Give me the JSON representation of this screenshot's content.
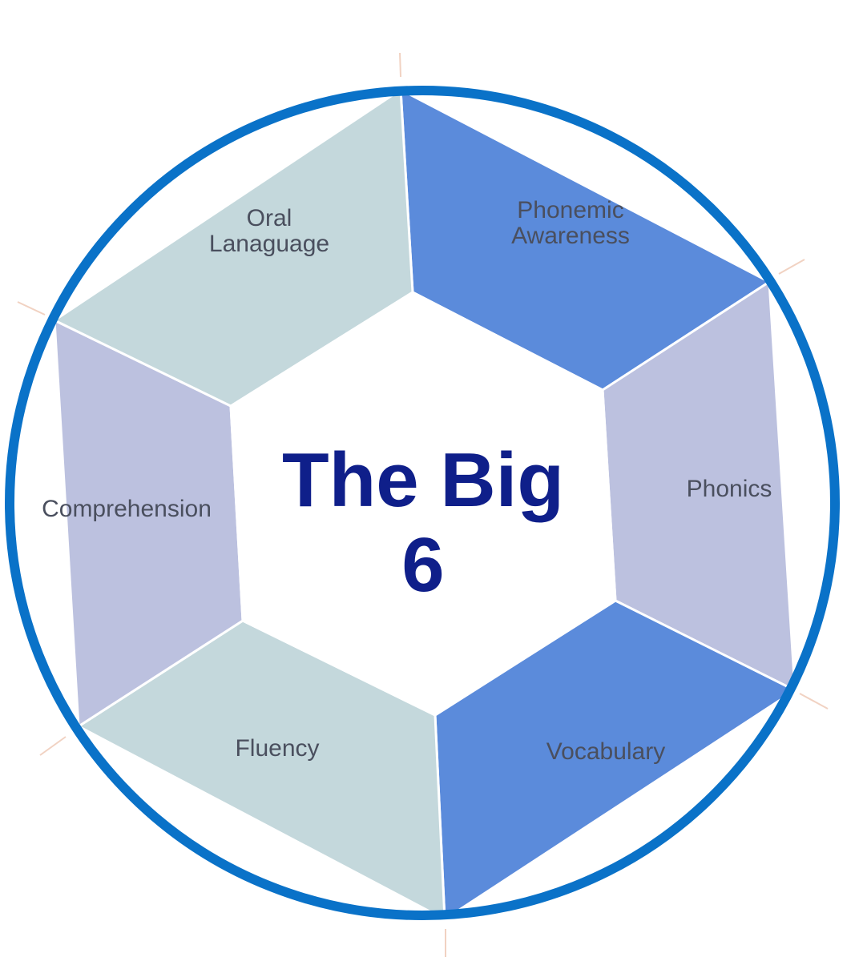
{
  "title": {
    "line1": "The Big",
    "line2": "6"
  },
  "segments": [
    {
      "key": "oral_language",
      "lines": [
        "Oral",
        "Lanaguage"
      ],
      "color": "#5b8bdb"
    },
    {
      "key": "phonemic_awareness",
      "lines": [
        "Phonemic",
        "Awareness"
      ],
      "color": "#bcc1df"
    },
    {
      "key": "phonics",
      "lines": [
        "Phonics"
      ],
      "color": "#5b8bdb"
    },
    {
      "key": "vocabulary",
      "lines": [
        "Vocabulary"
      ],
      "color": "#c4d8dc"
    },
    {
      "key": "fluency",
      "lines": [
        "Fluency"
      ],
      "color": "#bcc1df"
    },
    {
      "key": "comprehension",
      "lines": [
        "Comprehension"
      ],
      "color": "#c4d8dc"
    }
  ],
  "colors": {
    "ring": "#0a72c8",
    "title": "#0f1f8a",
    "label": "#4a4f5e",
    "center": "#ffffff",
    "divider": "#ffffff",
    "tick": "#f1d2c2"
  }
}
